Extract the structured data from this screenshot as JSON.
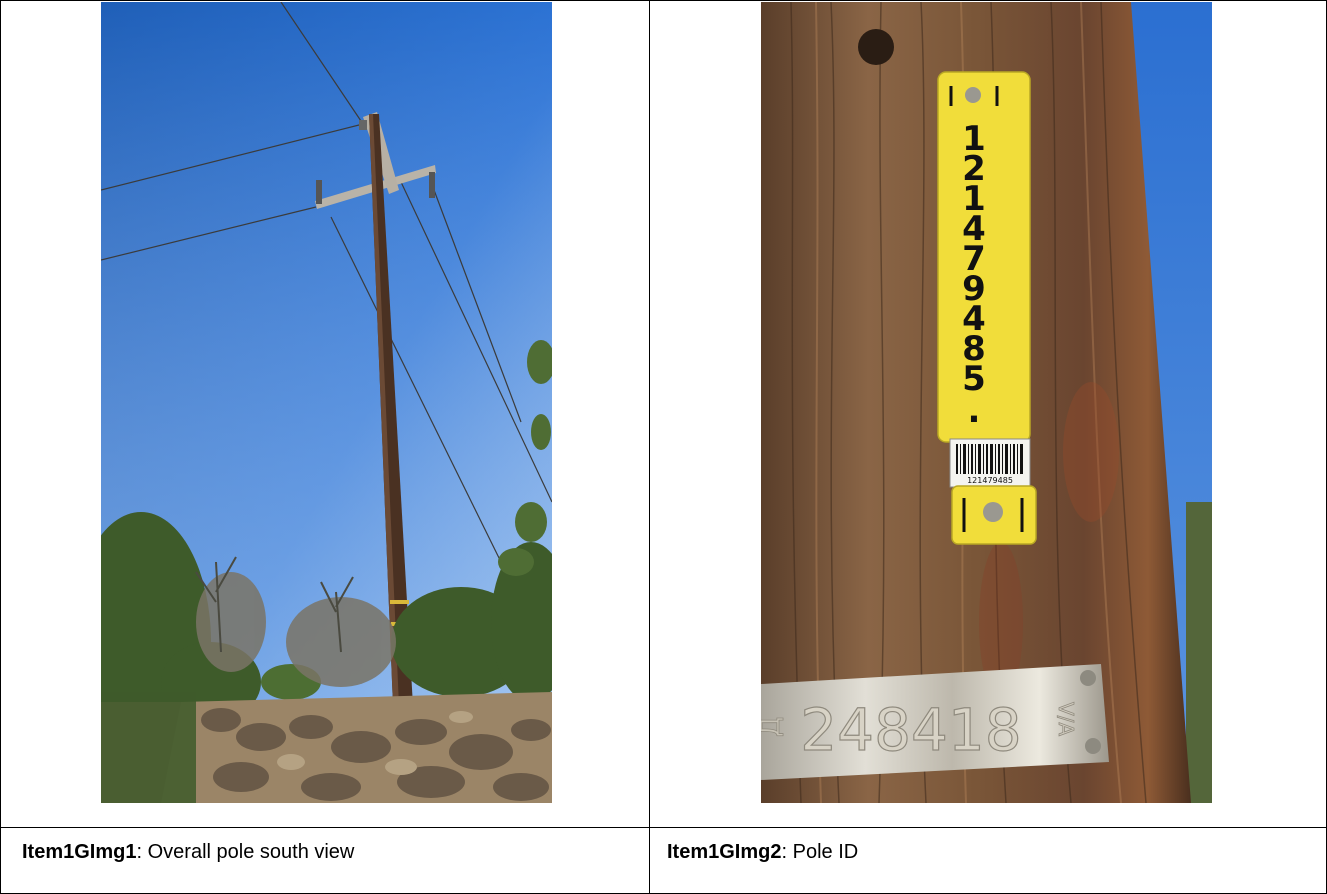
{
  "captions": [
    {
      "ref": "Item1GImg1",
      "sep": ": ",
      "text": "Overall pole south view"
    },
    {
      "ref": "Item1GImg2",
      "sep": ": ",
      "text": "Pole ID"
    }
  ],
  "photos": {
    "pole_tag_digits": [
      "1",
      "2",
      "1",
      "4",
      "7",
      "9",
      "4",
      "8",
      "5",
      "."
    ],
    "barcode_number": "121479485",
    "metal_band_number": "248418",
    "metal_band_prefix": "Д",
    "metal_band_suffix": "V/A"
  }
}
